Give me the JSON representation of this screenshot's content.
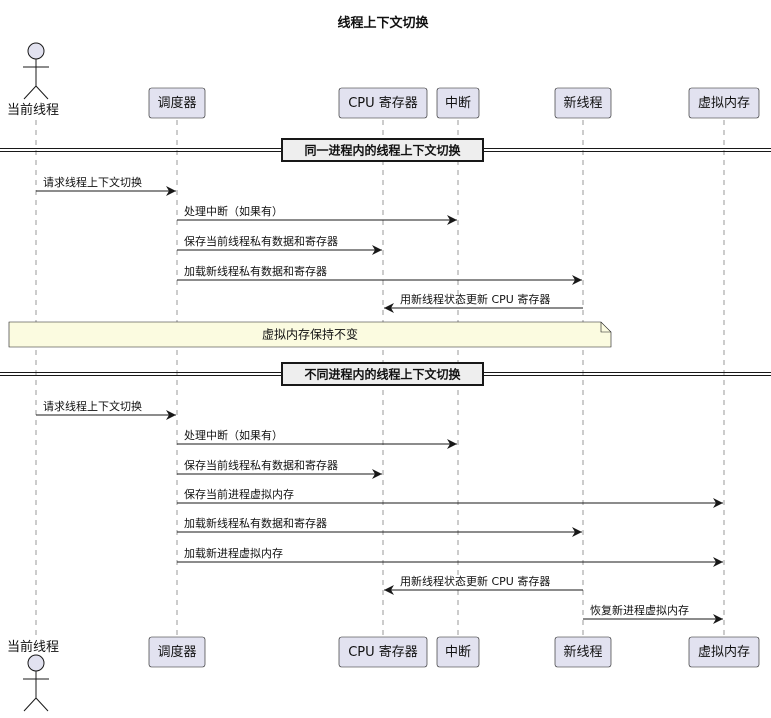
{
  "title": "线程上下文切换",
  "participants": [
    {
      "id": "cur",
      "label": "当前线程",
      "type": "actor"
    },
    {
      "id": "sch",
      "label": "调度器",
      "type": "participant"
    },
    {
      "id": "cpu",
      "label": "CPU 寄存器",
      "type": "participant"
    },
    {
      "id": "int",
      "label": "中断",
      "type": "participant"
    },
    {
      "id": "new",
      "label": "新线程",
      "type": "participant"
    },
    {
      "id": "vm",
      "label": "虚拟内存",
      "type": "participant"
    }
  ],
  "dividers": [
    {
      "label": "同一进程内的线程上下文切换"
    },
    {
      "label": "不同进程内的线程上下文切换"
    }
  ],
  "notes": [
    {
      "text": "虚拟内存保持不变"
    }
  ],
  "messages": [
    {
      "from": "cur",
      "to": "sch",
      "label": "请求线程上下文切换"
    },
    {
      "from": "sch",
      "to": "int",
      "label": "处理中断（如果有）"
    },
    {
      "from": "sch",
      "to": "cpu",
      "label": "保存当前线程私有数据和寄存器"
    },
    {
      "from": "sch",
      "to": "new",
      "label": "加载新线程私有数据和寄存器"
    },
    {
      "from": "new",
      "to": "cpu",
      "label": "用新线程状态更新 CPU 寄存器"
    },
    {
      "from": "cur",
      "to": "sch",
      "label": "请求线程上下文切换"
    },
    {
      "from": "sch",
      "to": "int",
      "label": "处理中断（如果有）"
    },
    {
      "from": "sch",
      "to": "cpu",
      "label": "保存当前线程私有数据和寄存器"
    },
    {
      "from": "sch",
      "to": "vm",
      "label": "保存当前进程虚拟内存"
    },
    {
      "from": "sch",
      "to": "new",
      "label": "加载新线程私有数据和寄存器"
    },
    {
      "from": "sch",
      "to": "vm",
      "label": "加载新进程虚拟内存"
    },
    {
      "from": "new",
      "to": "cpu",
      "label": "用新线程状态更新 CPU 寄存器"
    },
    {
      "from": "new",
      "to": "vm",
      "label": "恢复新进程虚拟内存"
    }
  ]
}
